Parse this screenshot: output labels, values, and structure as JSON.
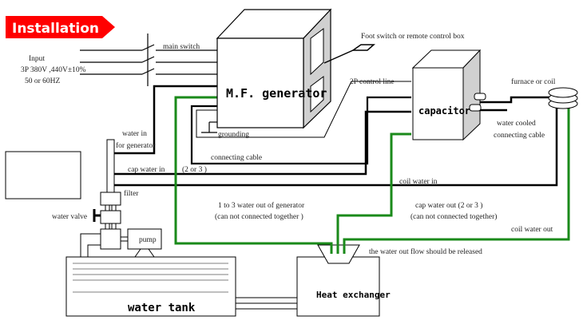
{
  "title": "Installation",
  "colors": {
    "banner": "#ff0000",
    "water_pipe": "#1a8a1a",
    "cable": "#000000",
    "shade": "#d0d0d0"
  },
  "input": {
    "line1": "Input",
    "line2": "3P 380V ,440V±10%",
    "line3": "50 or 60HZ"
  },
  "labels": {
    "main_switch": "main switch",
    "mf_generator": "M.F. generator",
    "foot_switch": "Foot switch or remote control box",
    "control_line": "2P control line",
    "capacitor": "capacitor",
    "furnace": "furnace or coil",
    "water_cooled_1": "water cooled",
    "water_cooled_2": "connecting cable",
    "grounding": "grounding",
    "connecting_cable": "connecting cable",
    "water_in_1": "water in",
    "water_in_2": "for generator",
    "cap_water_in": "cap water in",
    "cap_water_in_count": "(2 or 3 )",
    "coil_water_in": "coil water in",
    "filter": "filter",
    "water_valve": "water valve",
    "pump": "pump",
    "gen_out_1": "1 to 3 water out of generator",
    "gen_out_2": "(can not connected together )",
    "cap_out_1": "cap water out (2 or 3 )",
    "cap_out_2": "(can not connected together)",
    "coil_water_out": "coil water out",
    "released": "the water out flow should be released",
    "water_tank": "water tank",
    "heat_exchanger": "Heat exchanger"
  }
}
